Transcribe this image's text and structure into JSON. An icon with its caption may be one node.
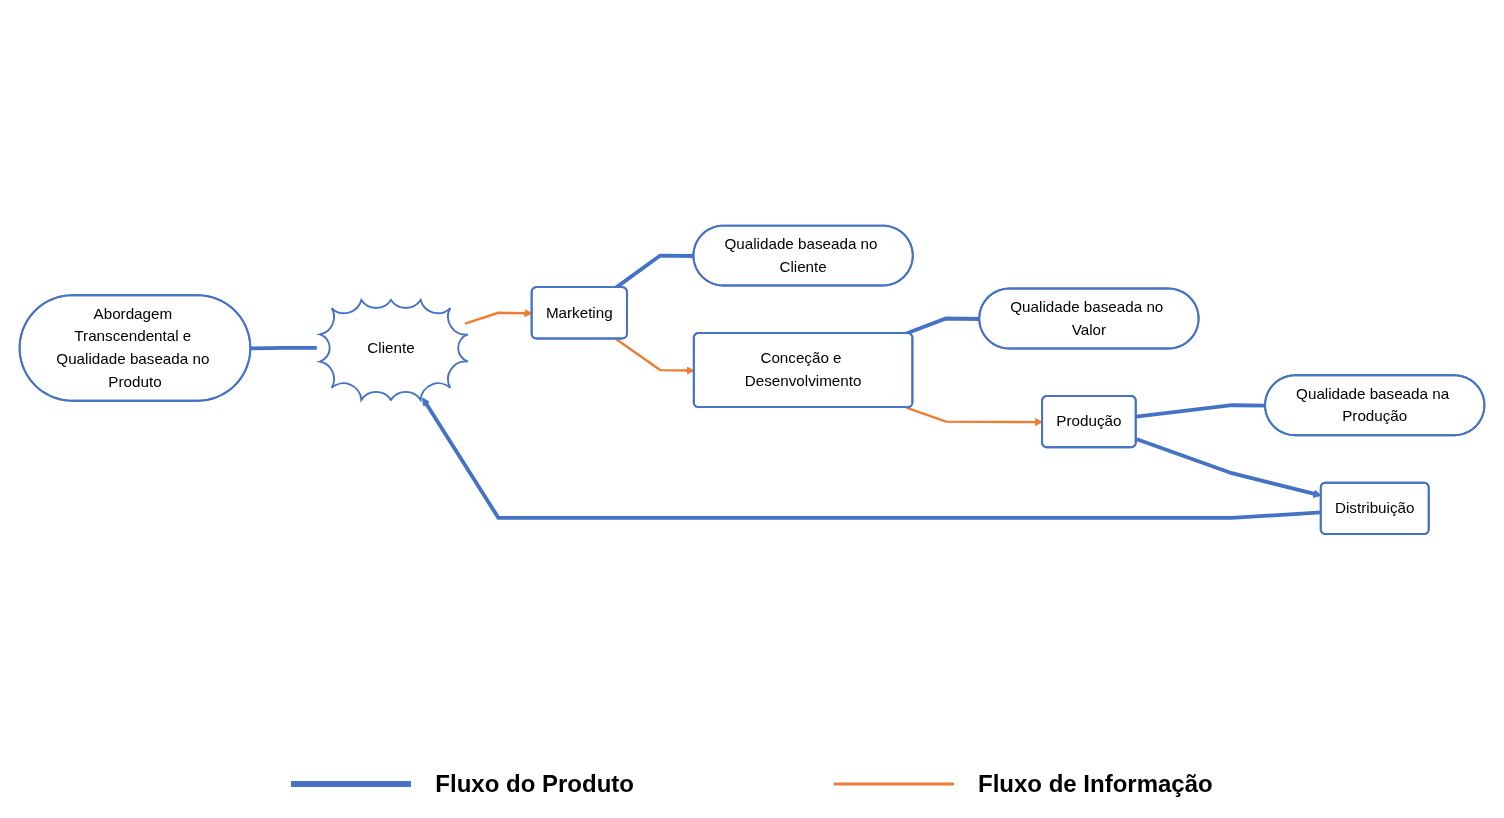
{
  "diagram": {
    "nodes": [
      {
        "text": [
          "Abordagem Transcendental e Qualidade baseada no Produto"
        ]
      },
      {
        "text": [
          "Cliente"
        ]
      },
      {
        "text": [
          "Marketing"
        ]
      },
      {
        "text": [
          "Qualidade baseada no Cliente"
        ]
      },
      {
        "text": [
          "Conceção e Desenvolvimento"
        ]
      },
      {
        "text": [
          "Qualidade baseada no Valor"
        ]
      },
      {
        "text": [
          "Produção"
        ]
      },
      {
        "text": [
          "Qualidade baseada na Produção"
        ]
      },
      {
        "text": [
          "Distribuição"
        ]
      }
    ],
    "edges": [
      {
        "from": 0,
        "to": 1,
        "arrow": "none"
      },
      {
        "from": 1,
        "to": 2,
        "arrow": "to",
        "color": "#ed7d31"
      },
      {
        "from": 2,
        "to": 3,
        "arrow": "none"
      },
      {
        "from": 2,
        "to": 4,
        "arrow": "to",
        "color": "#ed7d31"
      },
      {
        "from": 4,
        "to": 5,
        "arrow": "none"
      },
      {
        "from": 4,
        "to": 6,
        "arrow": "to",
        "color": "#ed7d31"
      },
      {
        "from": 6,
        "to": 7,
        "arrow": "none"
      },
      {
        "from": 6,
        "to": 8,
        "arrow": "to"
      },
      {
        "from": 8,
        "to": 1,
        "arrow": "to"
      }
    ],
    "legend": [
      {
        "text": "Fluxo do Produto"
      },
      {
        "text": "Fluxo de Informação"
      }
    ]
  }
}
